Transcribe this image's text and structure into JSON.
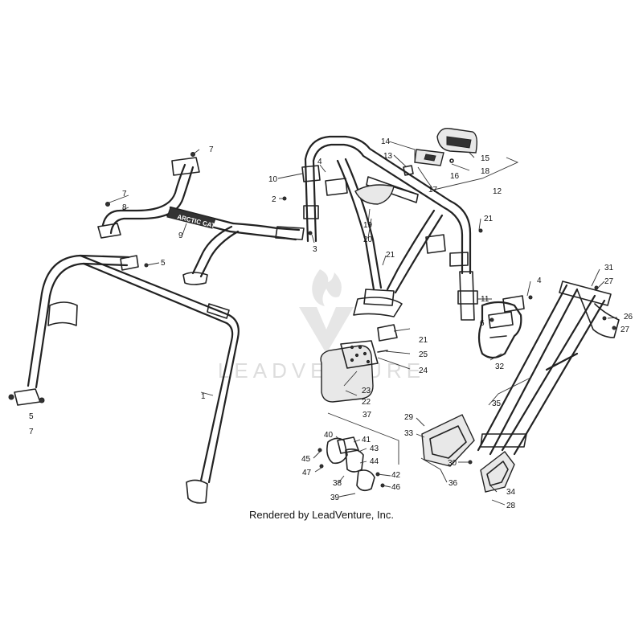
{
  "watermark": {
    "text": "LEADVENTURE"
  },
  "credit": "Rendered by LeadVenture, Inc.",
  "decal_text": "ARCTIC CAT",
  "callouts": {
    "c1": "1",
    "c2": "2",
    "c3": "3",
    "c4a": "4",
    "c4b": "4",
    "c5a": "5",
    "c5b": "5",
    "c6": "6",
    "c7a": "7",
    "c7b": "7",
    "c7c": "7",
    "c8": "8",
    "c9": "9",
    "c10": "10",
    "c11": "11",
    "c12": "12",
    "c13": "13",
    "c14": "14",
    "c15": "15",
    "c16": "16",
    "c17": "17",
    "c18": "18",
    "c19": "19",
    "c20": "20",
    "c21a": "21",
    "c21b": "21",
    "c21c": "21",
    "c22": "22",
    "c23": "23",
    "c24": "24",
    "c25": "25",
    "c26": "26",
    "c27a": "27",
    "c27b": "27",
    "c28": "28",
    "c29": "29",
    "c30": "30",
    "c31": "31",
    "c32": "32",
    "c33": "33",
    "c34": "34",
    "c35": "35",
    "c36": "36",
    "c37": "37",
    "c38": "38",
    "c39": "39",
    "c40": "40",
    "c41": "41",
    "c42": "42",
    "c43": "43",
    "c44": "44",
    "c45": "45",
    "c46": "46",
    "c47": "47"
  }
}
